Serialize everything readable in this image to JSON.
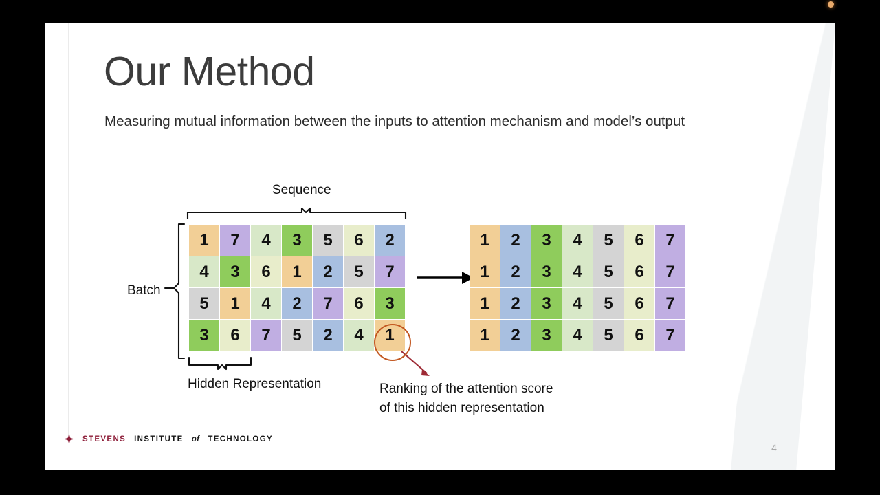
{
  "window": {
    "background_color": "#000000",
    "recording_indicator": "record-dot",
    "recording_color": "#e8a96a"
  },
  "slide": {
    "title": "Our Method",
    "subtitle": "Measuring mutual information between the inputs to attention mechanism and model’s output",
    "page_number": "4",
    "background_color": "#ffffff",
    "title_color": "#3c3c3c"
  },
  "footer": {
    "logo_stevens": "STEVENS",
    "logo_institute": "INSTITUTE",
    "logo_of": "of",
    "logo_technology": "TECHNOLOGY",
    "logo_mark_color": "#8e1f3a"
  },
  "diagram": {
    "labels": {
      "sequence": "Sequence",
      "batch": "Batch",
      "hidden_representation": "Hidden Representation",
      "callout": "Ranking of the attention score\nof this hidden representation"
    },
    "arrow_glyph": "→",
    "highlight": {
      "value": "1",
      "row": 3,
      "col": 6,
      "circle_color": "#c2561f",
      "arrow_color": "#9e2b35"
    },
    "value_colors": {
      "1": "#f2cf96",
      "2": "#a8bfe0",
      "3": "#8fcc5c",
      "4": "#d8e8c8",
      "5": "#d4d4d4",
      "6": "#e8edcb",
      "7": "#c0aee2"
    },
    "matrix_left": {
      "name": "unsorted-attention-ranking-matrix",
      "rows": [
        [
          "1",
          "7",
          "4",
          "3",
          "5",
          "6",
          "2"
        ],
        [
          "4",
          "3",
          "6",
          "1",
          "2",
          "5",
          "7"
        ],
        [
          "5",
          "1",
          "4",
          "2",
          "7",
          "6",
          "3"
        ],
        [
          "3",
          "6",
          "7",
          "5",
          "2",
          "4",
          "1"
        ]
      ]
    },
    "matrix_right": {
      "name": "sorted-attention-ranking-matrix",
      "rows": [
        [
          "1",
          "2",
          "3",
          "4",
          "5",
          "6",
          "7"
        ],
        [
          "1",
          "2",
          "3",
          "4",
          "5",
          "6",
          "7"
        ],
        [
          "1",
          "2",
          "3",
          "4",
          "5",
          "6",
          "7"
        ],
        [
          "1",
          "2",
          "3",
          "4",
          "5",
          "6",
          "7"
        ]
      ]
    }
  }
}
